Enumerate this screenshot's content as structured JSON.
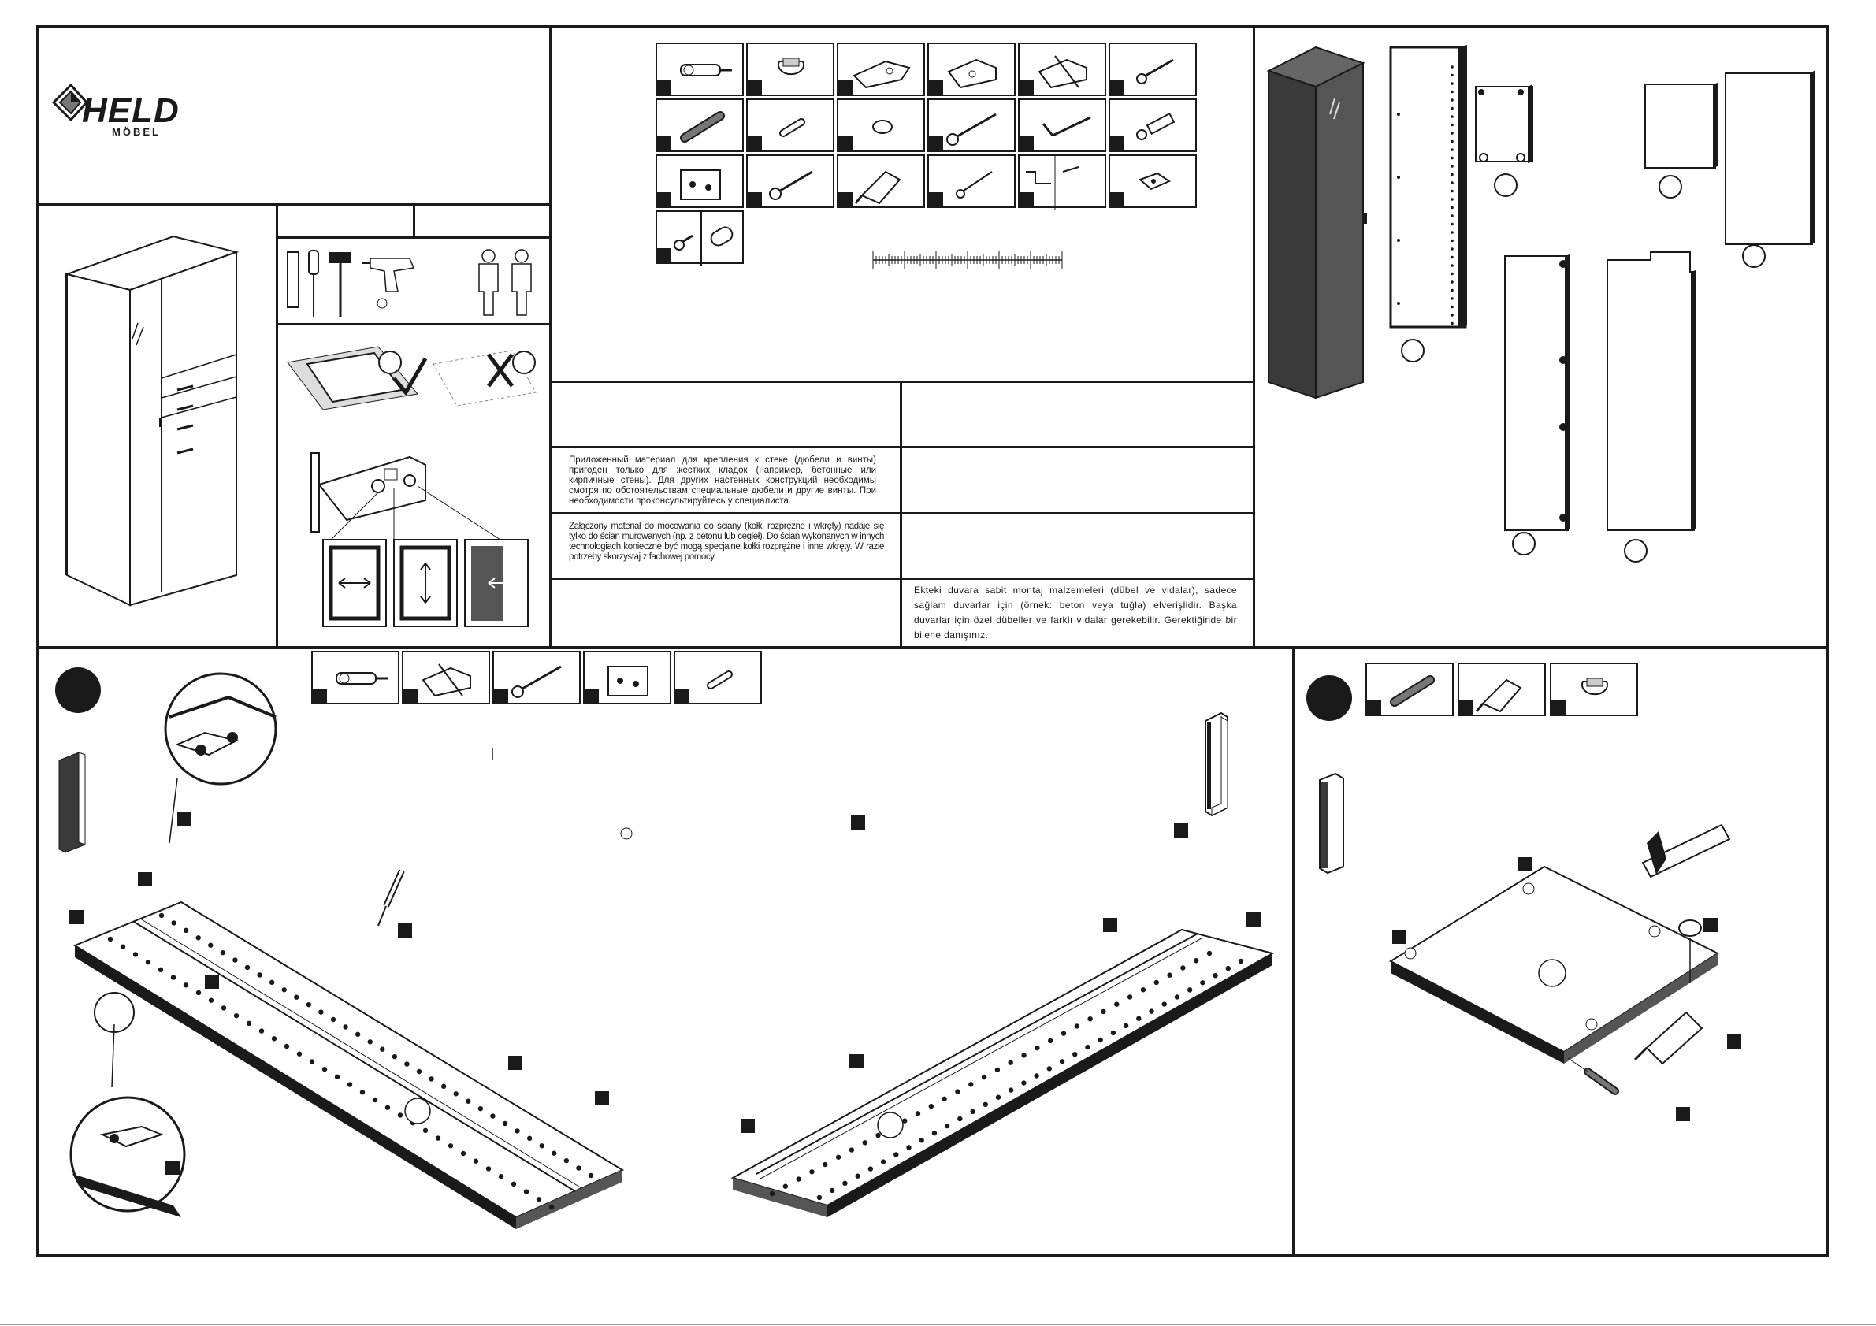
{
  "brand": {
    "name": "HELD",
    "sub": "MÖBEL"
  },
  "notes": {
    "ru": "Приложенный материал для крепления к стеке (дюбели и винты) пригоден только для жестких кладок (например, бетонные или кирпичные стены). Для других настенных конструкций необходимы смотря по обстоятельствам специальные дюбели и другие винты. При необходимости проконсультируйтесь у специалиста.",
    "pl": "Załączony materiał do mocowania do ściany (kołki rozprężne i wkręty) nadaje się tylko do ścian murowanych (np. z betonu lub cegieł). Do ścian wykonanych w innych technologiach konieczne być mogą specjalne kołki rozprężne i inne wkręty. W razie potrzeby skorzystaj z fachowej pomocy.",
    "tr": "Ekteki duvara sabit montaj malzemeleri (dübel ve vidalar), sadece sağlam duvarlar için (örnek: beton veya tuğla) elverişlidir. Başka duvarlar için özel dübeller ve farklı vıdalar gerekebilir. Gerektiğinde bir bilene danışınız."
  },
  "hardware_icons": [
    "screw-dowel-icon",
    "cam-lock-icon",
    "hinge-icon",
    "hinge-plate-icon",
    "hinge-crossed-icon",
    "wood-screw-icon",
    "wooden-dowel-icon",
    "shelf-pin-icon",
    "cap-icon",
    "long-screw-icon",
    "hook-screw-icon",
    "wall-plug-icon",
    "bracket-icon",
    "chipboard-screw-icon",
    "glue-tube-icon",
    "nail-icon",
    "handle-screw-icon",
    "wall-hook-icon",
    "small-screw-icon",
    "pin-icon"
  ],
  "step1_icons": [
    "screw-dowel-icon",
    "hinge-crossed-icon",
    "long-screw-icon",
    "bracket-icon",
    "shelf-pin-icon"
  ],
  "step2_icons": [
    "wooden-dowel-icon",
    "glue-tube-icon",
    "cam-lock-icon"
  ],
  "colors": {
    "ink": "#1a1a1a",
    "panel_dark": "#4a4a4a"
  }
}
